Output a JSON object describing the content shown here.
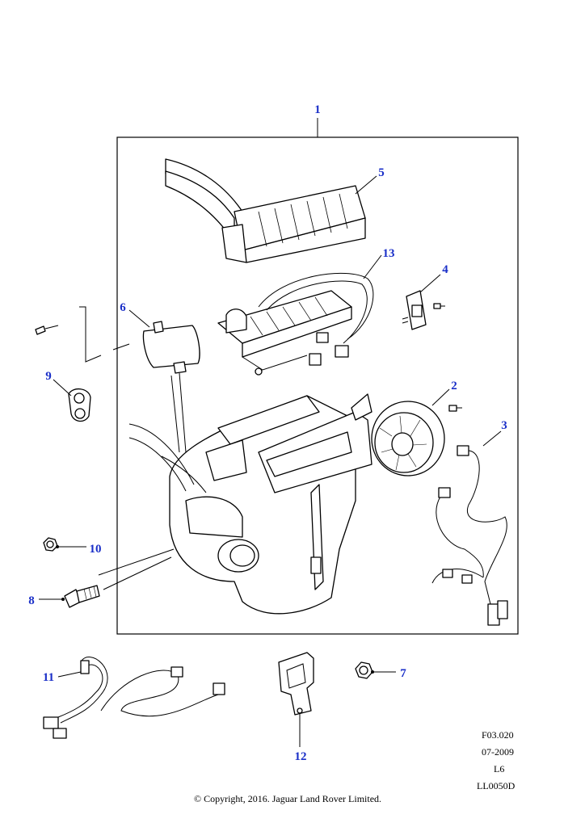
{
  "callouts": [
    {
      "id": "1",
      "label": "1"
    },
    {
      "id": "2",
      "label": "2"
    },
    {
      "id": "3",
      "label": "3"
    },
    {
      "id": "4",
      "label": "4"
    },
    {
      "id": "5",
      "label": "5"
    },
    {
      "id": "6",
      "label": "6"
    },
    {
      "id": "7",
      "label": "7"
    },
    {
      "id": "8",
      "label": "8"
    },
    {
      "id": "9",
      "label": "9"
    },
    {
      "id": "10",
      "label": "10"
    },
    {
      "id": "11",
      "label": "11"
    },
    {
      "id": "12",
      "label": "12"
    },
    {
      "id": "13",
      "label": "13"
    }
  ],
  "meta": {
    "figure_code": "F03.020",
    "date": "07-2009",
    "engine": "L6",
    "drawing_ref": "LL0050D"
  },
  "copyright": "© Copyright, 2016. Jaguar Land Rover Limited.",
  "colors": {
    "callout": "#1a2fc8",
    "line": "#000000",
    "background": "#ffffff"
  }
}
